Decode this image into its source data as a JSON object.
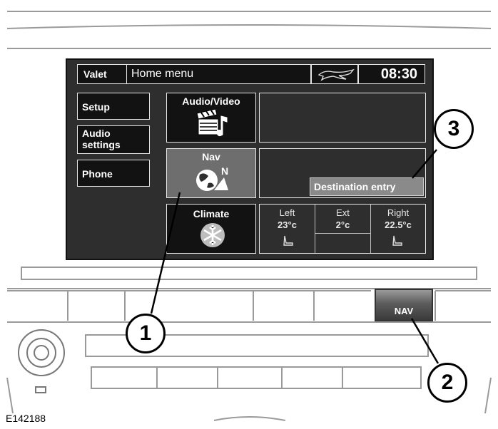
{
  "topbar": {
    "valet_label": "Valet",
    "title": "Home menu",
    "logo": "jaguar-leaper-logo",
    "time": "08:30"
  },
  "side_buttons": [
    {
      "label": "Setup"
    },
    {
      "label": "Audio\nsettings"
    },
    {
      "label": "Phone"
    }
  ],
  "tiles": {
    "audio_video": {
      "label": "Audio/Video",
      "icon": "clapperboard-music-icon"
    },
    "nav": {
      "label": "Nav",
      "icon": "globe-compass-icon",
      "compass_letter": "N"
    },
    "climate": {
      "label": "Climate",
      "icon": "snowflake-icon"
    }
  },
  "nav_panel": {
    "destination_label": "Destination entry"
  },
  "climate_panel": {
    "left": {
      "label": "Left",
      "value": "23°c"
    },
    "ext": {
      "label": "Ext",
      "value": "2°c"
    },
    "right": {
      "label": "Right",
      "value": "22.5°c"
    }
  },
  "hardware": {
    "nav_button_label": "NAV"
  },
  "callouts": [
    "1",
    "2",
    "3"
  ],
  "figure_code": "E142188",
  "colors": {
    "screen_bg": "#2e2e2e",
    "tile_bg": "#121212",
    "selected_tile": "#6e6e6e",
    "destination_bg": "#8a8a8a"
  }
}
